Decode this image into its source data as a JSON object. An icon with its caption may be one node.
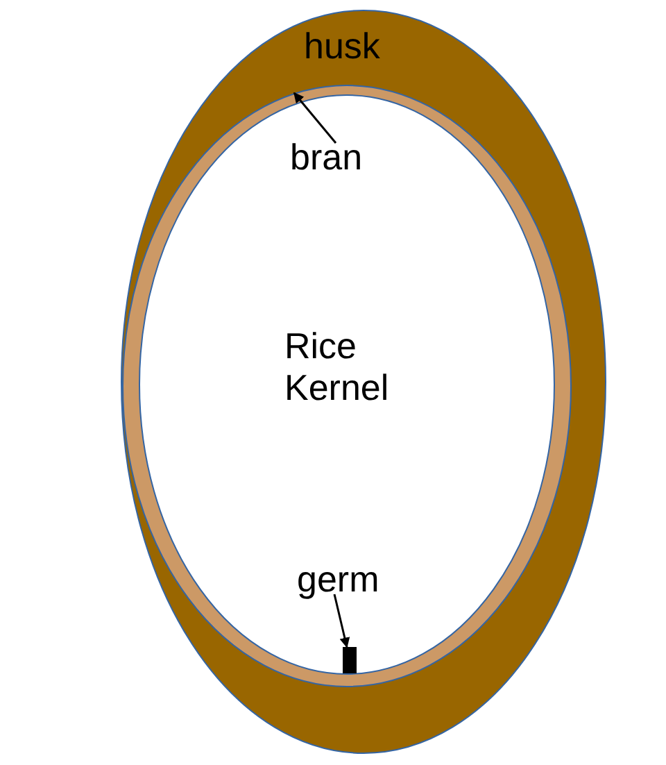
{
  "diagram": {
    "nodes": [
      {
        "text": [
          "husk"
        ]
      },
      {
        "text": [],
        "shape": "ellipse",
        "in": 0
      },
      {
        "text": [
          "Rice Kernel"
        ],
        "in": 1
      },
      {
        "text": [
          "bran"
        ],
        "in": 2
      },
      {
        "text": [
          "germ"
        ],
        "in": 2
      },
      {
        "text": [],
        "shape": "box",
        "in": 2
      }
    ],
    "edges": [
      {
        "from": 3,
        "to": 1,
        "arrow": "to"
      },
      {
        "from": 4,
        "to": 5,
        "arrow": "to"
      }
    ]
  }
}
